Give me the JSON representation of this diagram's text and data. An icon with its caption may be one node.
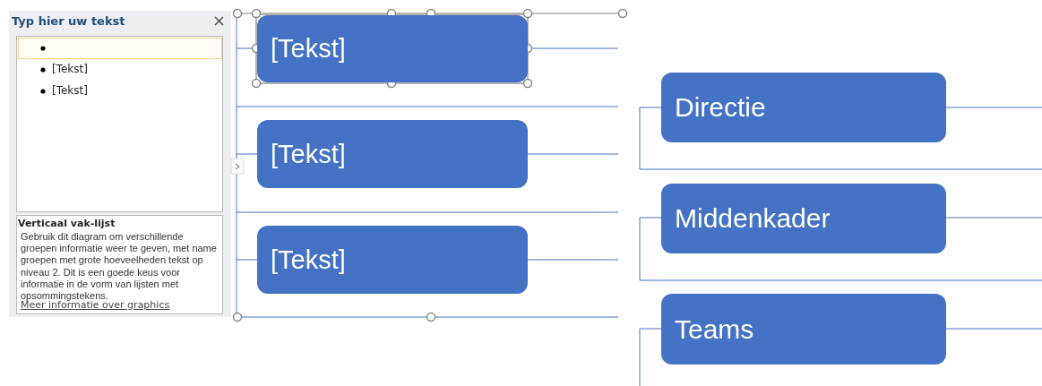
{
  "diagram": {
    "nodes": [
      {
        "text": [
          "[Tekst]"
        ]
      },
      {
        "text": [
          "[Tekst]"
        ]
      },
      {
        "text": [
          "[Tekst]"
        ]
      },
      {
        "text": [
          "Directie"
        ]
      },
      {
        "text": [
          "Middenkader"
        ]
      },
      {
        "text": [
          "Teams"
        ]
      }
    ],
    "labels": [
      "Typ hier uw tekst",
      "[Tekst]",
      "[Tekst]",
      "Verticaal vak-lijst",
      "Gebruik dit diagram om verschillende groepen informatie weer te geven, met name groepen met grote hoeveelheden tekst op niveau 2. Dit is een goede keus voor informatie in de vorm van lijsten met opsommingstekens.",
      "Meer informatie over graphics"
    ]
  }
}
